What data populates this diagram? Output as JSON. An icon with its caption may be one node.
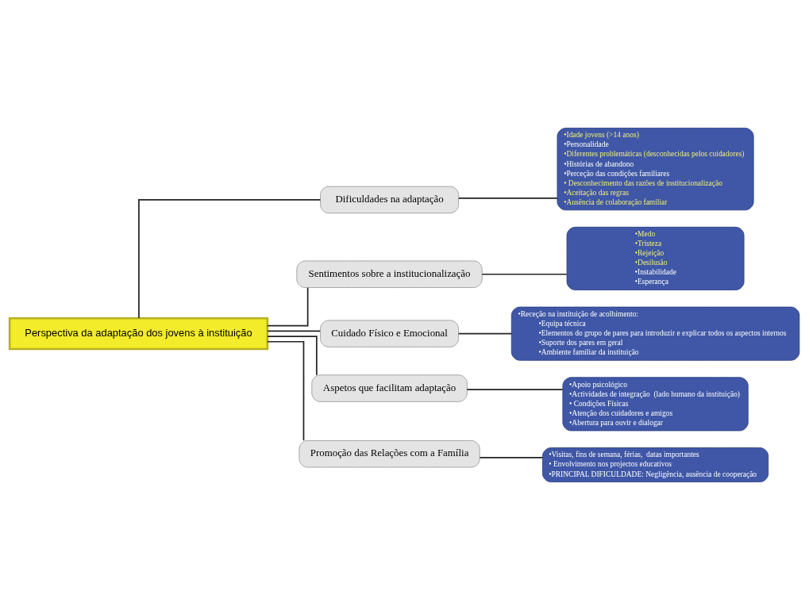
{
  "diagram": {
    "nodes": [
      {
        "text": [
          "Perspectiva da adaptação dos jovens à instituição"
        ]
      },
      {
        "text": [
          "Dificuldades na adaptação"
        ]
      },
      {
        "text": [
          "•Idade jovens (>14 anos)",
          "•Personalidade",
          "•Diferentes problemáticas (desconhecidas pelos cuidadores)",
          "•Histórias de abandono",
          "•Perceção das condições familiares",
          "• Desconhecimento das razões de institucionalização",
          "•Aceitação das regras",
          "•Ausência de colaboração familiar"
        ]
      },
      {
        "text": [
          "Sentimentos sobre a institucionalização"
        ]
      },
      {
        "text": [
          "•Medo",
          "•Tristeza",
          "•Rejeição",
          "•Desilusão",
          "•Instabilidade",
          "•Esperança"
        ]
      },
      {
        "text": [
          "Cuidado Físico e Emocional"
        ]
      },
      {
        "text": [
          "•Receção na instituição de acolhimento:",
          "•Equipa técnica",
          "•Elementos do grupo de pares para introduzir e explicar todos os aspectos internos",
          "•Suporte dos pares em geral",
          "•Ambiente familiar da instituição"
        ]
      },
      {
        "text": [
          "Aspetos que facilitam adaptação"
        ]
      },
      {
        "text": [
          "•Apoio psicológico",
          "•Actividades de integração  (lado humano da instituição)",
          "• Condições Físicas",
          "•Atenção dos cuidadores e amigos",
          "•Abertura para ouvir e dialogar"
        ]
      },
      {
        "text": [
          "Promoção das Relações com a Família"
        ]
      },
      {
        "text": [
          "•Visitas, fins de semana, férias,  datas importantes",
          "• Envolvimento nos projectos educativos",
          "•PRINCIPAL DIFICULDADE: Negligência, ausência de cooperação"
        ]
      }
    ],
    "edges": [
      {
        "from": 0,
        "to": 1,
        "arrow": "none"
      },
      {
        "from": 1,
        "to": 2,
        "arrow": "none"
      },
      {
        "from": 0,
        "to": 3,
        "arrow": "none"
      },
      {
        "from": 3,
        "to": 4,
        "arrow": "none"
      },
      {
        "from": 0,
        "to": 5,
        "arrow": "none"
      },
      {
        "from": 5,
        "to": 6,
        "arrow": "none"
      },
      {
        "from": 0,
        "to": 7,
        "arrow": "none"
      },
      {
        "from": 7,
        "to": 8,
        "arrow": "none"
      },
      {
        "from": 0,
        "to": 9,
        "arrow": "none"
      },
      {
        "from": 9,
        "to": 10,
        "arrow": "none"
      }
    ]
  }
}
